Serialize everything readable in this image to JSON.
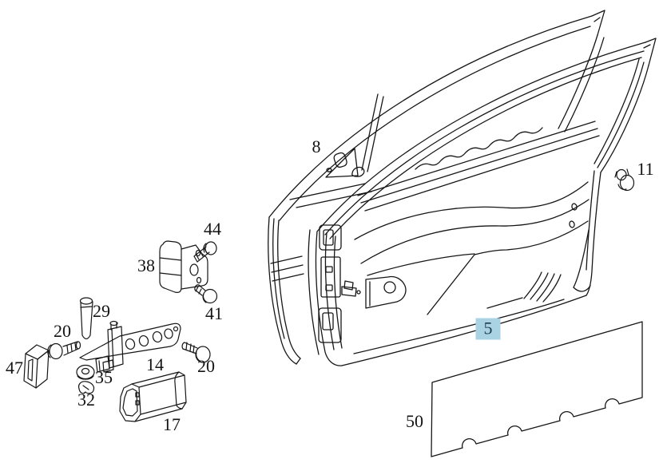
{
  "diagram": {
    "kind": "exploded-parts-diagram",
    "subject": "front door shell with window frame, hinges, door check and sealing foil",
    "background_color": "#ffffff",
    "line_color": "#161616",
    "highlight_color": "#a9d2e3",
    "highlighted_part_number": "5"
  },
  "labels": [
    {
      "text": "8",
      "part": "door-window-frame-with-mirror-triangle",
      "highlighted": false
    },
    {
      "text": "11",
      "part": "blanking-plug",
      "highlighted": false
    },
    {
      "text": "44",
      "part": "hinge-bolt-upper",
      "highlighted": false
    },
    {
      "text": "38",
      "part": "door-hinge",
      "highlighted": false
    },
    {
      "text": "41",
      "part": "hinge-bolt-lower",
      "highlighted": false
    },
    {
      "text": "29",
      "part": "hinge-pin",
      "highlighted": false
    },
    {
      "text": "20",
      "part": "check-strap-bolt-left",
      "highlighted": false
    },
    {
      "text": "47",
      "part": "door-buffer-block",
      "highlighted": false
    },
    {
      "text": "35",
      "part": "washer",
      "highlighted": false
    },
    {
      "text": "32",
      "part": "retaining-clip",
      "highlighted": false
    },
    {
      "text": "14",
      "part": "door-check-strap",
      "highlighted": false
    },
    {
      "text": "20",
      "part": "check-strap-bolt-right",
      "highlighted": false
    },
    {
      "text": "17",
      "part": "door-check-cover",
      "highlighted": false
    },
    {
      "text": "5",
      "part": "door-shell",
      "highlighted": true
    },
    {
      "text": "50",
      "part": "sealing-foil-panel",
      "highlighted": false
    }
  ]
}
